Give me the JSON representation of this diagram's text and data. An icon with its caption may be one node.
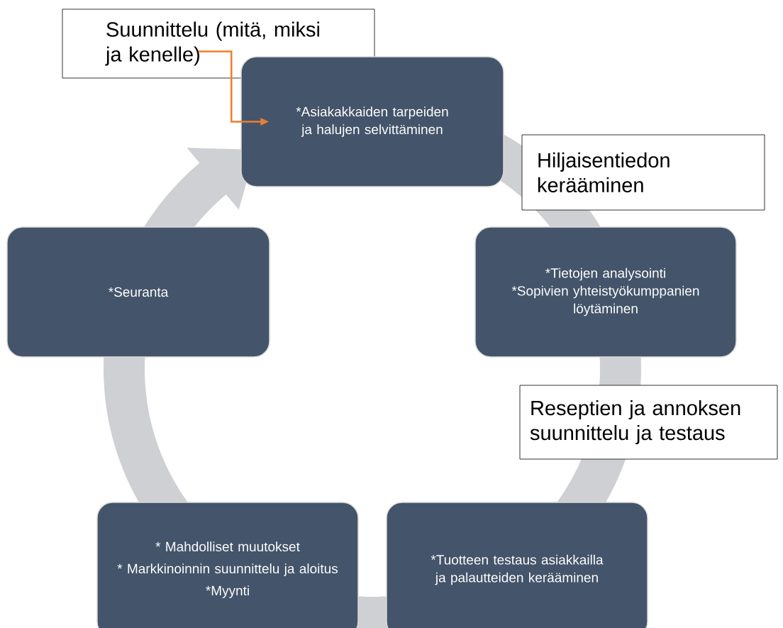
{
  "diagram": {
    "nodes": [
      {
        "text": [
          "Suunnittelu (mitä, miksi ja kenelle)"
        ]
      },
      {
        "text": [
          "*Asiakakkaiden tarpeiden ja halujen selvittäminen"
        ]
      },
      {
        "text": [
          "Hiljaisentiedon kerääminen"
        ]
      },
      {
        "text": [
          "*Tietojen analysointi",
          "*Sopivien yhteistyökumppanien löytäminen"
        ]
      },
      {
        "text": [
          "Reseptien ja annoksen suunnittelu ja testaus"
        ]
      },
      {
        "text": [
          "*Tuotteen testaus asiakkailla ja palautteiden kerääminen"
        ]
      },
      {
        "text": [
          "* Mahdolliset muutokset",
          "* Markkinoinnin suunnittelu ja aloitus",
          "*Myynti"
        ]
      },
      {
        "text": [
          "*Seuranta"
        ]
      }
    ],
    "edges": [
      {
        "from": 0,
        "to": 1,
        "arrow": "to",
        "color": "#ed7d31"
      }
    ]
  }
}
